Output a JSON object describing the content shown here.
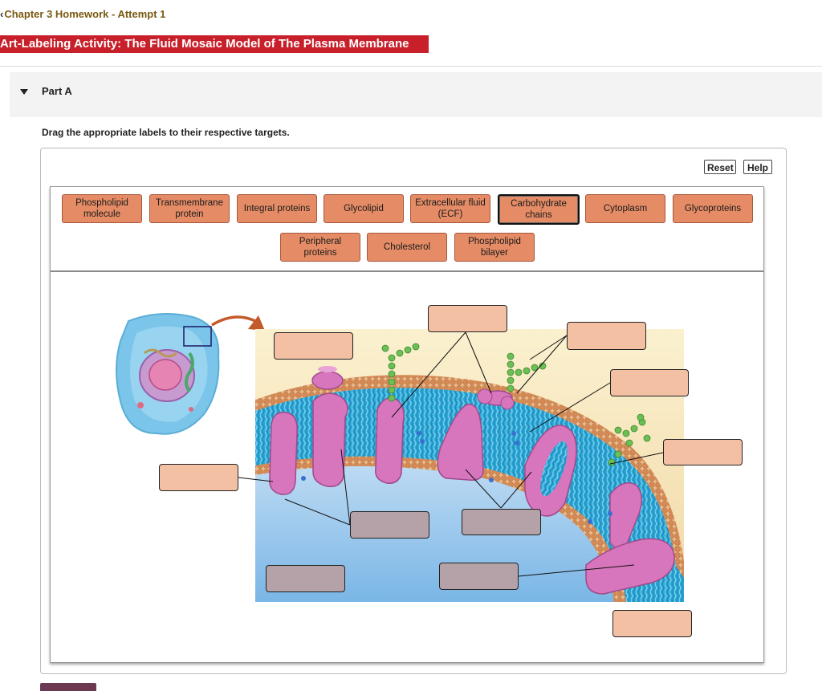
{
  "header": {
    "breadcrumb": "Chapter 3 Homework - Attempt 1",
    "title": "Art-Labeling Activity: The Fluid Mosaic Model of The Plasma Membrane"
  },
  "part": {
    "label": "Part A"
  },
  "instruction": "Drag the appropriate labels to their respective targets.",
  "controls": {
    "reset_label": "Reset",
    "help_label": "Help"
  },
  "label_bank": [
    {
      "line1": "Phospholipid",
      "line2": "molecule",
      "selected": false
    },
    {
      "line1": "Transmembrane",
      "line2": "protein",
      "selected": false
    },
    {
      "line1": "Integral proteins",
      "line2": "",
      "selected": false
    },
    {
      "line1": "Glycolipid",
      "line2": "",
      "selected": false
    },
    {
      "line1": "Extracellular fluid",
      "line2": "(ECF)",
      "selected": false
    },
    {
      "line1": "Carbohydrate",
      "line2": "chains",
      "selected": true
    },
    {
      "line1": "Cytoplasm",
      "line2": "",
      "selected": false
    },
    {
      "line1": "Glycoproteins",
      "line2": "",
      "selected": false
    },
    {
      "line1": "Peripheral proteins",
      "line2": "",
      "selected": false
    },
    {
      "line1": "Cholesterol",
      "line2": "",
      "selected": false
    },
    {
      "line1": "Phospholipid",
      "line2": "bilayer",
      "selected": false
    }
  ],
  "colors": {
    "title_bg": "#c8202b",
    "chip_fill": "#e58c66",
    "target_peach": "#f4c0a4",
    "target_grey": "#b4a2a8"
  }
}
